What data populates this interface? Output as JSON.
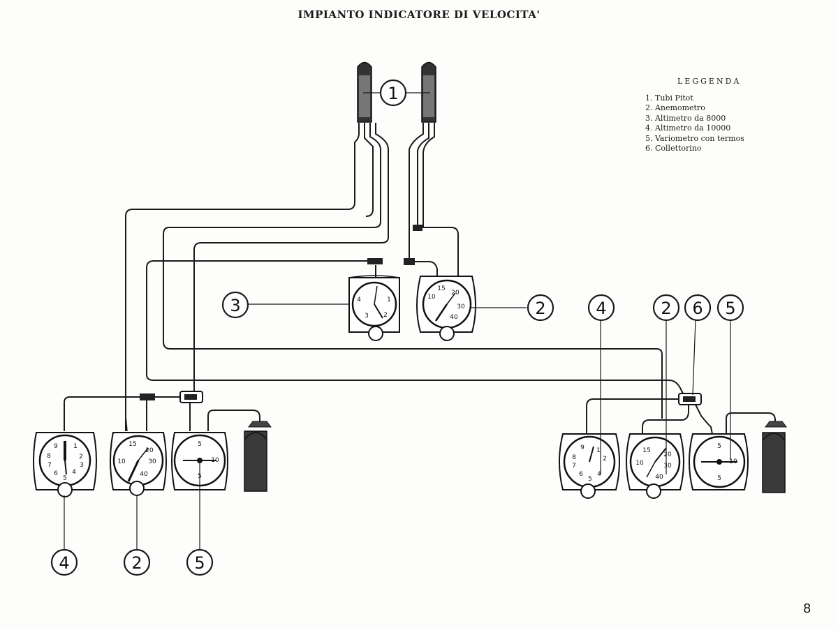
{
  "title": "IMPIANTO INDICATORE DI VELOCITA'",
  "legend": {
    "title": "LEGGENDA",
    "items": [
      "1. Tubi Pitot",
      "2. Anemometro",
      "3. Altimetro da 8000",
      "4. Altimetro da 10000",
      "5. Variometro con termos",
      "6. Collettorino"
    ]
  },
  "page_number": "8",
  "callouts": {
    "pitot": "1",
    "altimeter_8000": "3",
    "anemometer_center": "2",
    "right_altimeter_10000": "4",
    "right_anemometer": "2",
    "right_manifold": "6",
    "right_variometer": "5",
    "left_altimeter_10000": "4",
    "left_anemometer": "2",
    "left_variometer": "5"
  },
  "dials": {
    "altimeter_10000": [
      "9",
      "1",
      "8",
      "2",
      "7",
      "3",
      "6",
      "4",
      "5"
    ],
    "anemometer": [
      "15",
      "20",
      "10",
      "30",
      "40"
    ],
    "variometer": [
      "5",
      "10",
      "5"
    ],
    "altimeter_8000": [
      "1",
      "4",
      "3",
      "2"
    ]
  }
}
